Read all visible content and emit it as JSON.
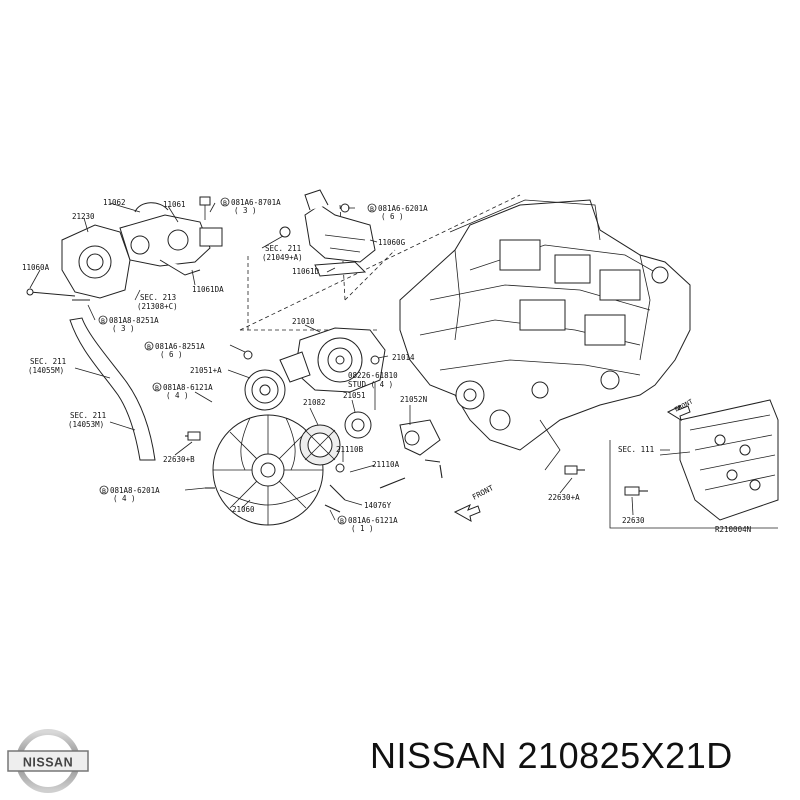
{
  "diagram": {
    "labels": {
      "p11062": "11062",
      "p11061": "11061",
      "p21230": "21230",
      "p11060a": "11060A",
      "bolt_8701a": "081A6-8701A",
      "bolt_8701a_qty": "( 3 )",
      "sec211_21049": "SEC. 211",
      "sec211_21049_sub": "(21049+A)",
      "bolt_6201a_top": "081A6-6201A",
      "bolt_6201a_top_qty": "( 6 )",
      "p11060g": "11060G",
      "p11061d": "11061D",
      "sec213": "SEC. 213",
      "sec213_sub": "(21308+C)",
      "p11061da": "11061DA",
      "bolt_8251a_left": "081A8-8251A",
      "bolt_8251a_left_qty": "( 3 )",
      "p21010": "21010",
      "bolt_8251a_mid": "081A6-8251A",
      "bolt_8251a_mid_qty": "( 6 )",
      "p21014": "21014",
      "sec211_14055m": "SEC. 211",
      "sec211_14055m_sub": "(14055M)",
      "p21051a": "21051+A",
      "stud_code": "08226-61810",
      "stud_label": "STUD ( 4 )",
      "bolt_6121a_upper": "081A8-6121A",
      "bolt_6121a_upper_qty": "( 4 )",
      "p21082": "21082",
      "p21051": "21051",
      "p21052n": "21052N",
      "sec211_14053m": "SEC. 211",
      "sec211_14053m_sub": "(14053M)",
      "p22630b": "22630+B",
      "p21110b": "21110B",
      "p21110a": "21110A",
      "bolt_6201a_lower": "081A8-6201A",
      "bolt_6201a_lower_qty": "( 4 )",
      "p14076y": "14076Y",
      "p22630a": "22630+A",
      "p21060": "21060",
      "bolt_6121a_lower": "081A6-6121A",
      "bolt_6121a_lower_qty": "( 1 )",
      "front_label": "FRONT",
      "inset_front": "FRONT",
      "inset_sec111": "SEC. 111",
      "p22630": "22630",
      "ref_code": "R210004N"
    },
    "bolt_marker": "B"
  },
  "footer": {
    "brand_logo_text": "NISSAN",
    "title": "NISSAN 210825X21D"
  }
}
